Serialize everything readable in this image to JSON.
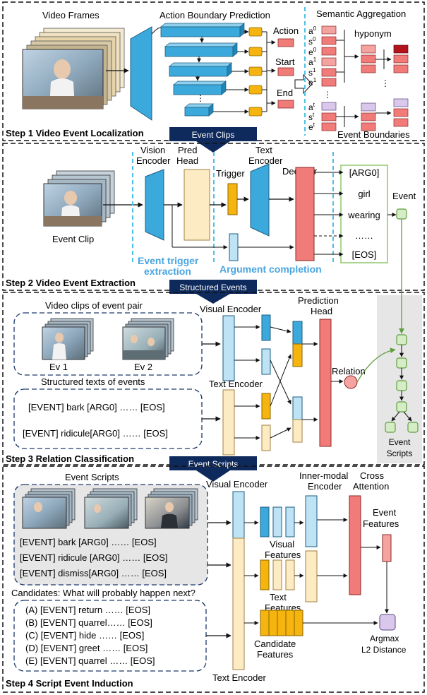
{
  "step1": {
    "title": "Step 1 Video Event Localization",
    "video_frames": "Video Frames",
    "boundary_prediction": "Action Boundary Prediction",
    "semantic_aggregation": "Semantic Aggregation",
    "action": "Action",
    "start": "Start",
    "end": "End",
    "hyponym": "hyponym",
    "event_boundaries": "Event Boundaries",
    "dots": "⋮",
    "a_base": "a",
    "s_base": "s",
    "e_base": "e",
    "sup0": "0",
    "sup1": "1",
    "supt": "t"
  },
  "banners": {
    "event_clips": "Event Clips",
    "structured_events": "Structured Events",
    "event_scripts": "Event Scripts"
  },
  "step2": {
    "title": "Step 2 Video Event Extraction",
    "vision_encoder_1": "Vision",
    "vision_encoder_2": "Encoder",
    "pred_head_1": "Pred",
    "pred_head_2": "Head",
    "trigger": "Trigger",
    "text_encoder_1": "Text",
    "text_encoder_2": "Encoder",
    "decoder": "Decoder",
    "event_clip": "Event Clip",
    "trigger_extraction_1": "Event trigger",
    "trigger_extraction_2": "extraction",
    "argument_completion": "Argument completion",
    "outputs": [
      "[ARG0]",
      "girl",
      "wearing",
      "……",
      "[EOS]"
    ],
    "event": "Event"
  },
  "step3": {
    "title": "Step 3 Relation Classification",
    "video_clips_pair": "Video clips of event pair",
    "ev1": "Ev 1",
    "ev2": "Ev 2",
    "structured_texts": "Structured texts of events",
    "text1": "[EVENT] bark [ARG0] …… [EOS]",
    "text2": "[EVENT] ridicule[ARG0] …… [EOS]",
    "visual_encoder": "Visual Encoder",
    "text_encoder": "Text Encoder",
    "prediction_head_1": "Prediction",
    "prediction_head_2": "Head",
    "relation": "Relation",
    "event_scripts_1": "Event",
    "event_scripts_2": "Scripts"
  },
  "step4": {
    "title": "Step 4 Script Event Induction",
    "event_scripts": "Event Scripts",
    "scripts": [
      "[EVENT] bark       [ARG0] …… [EOS]",
      "[EVENT] ridicule [ARG0] …… [EOS]",
      "[EVENT] dismiss[ARG0] …… [EOS]"
    ],
    "candidates_q": "Candidates: What will probably happen next?",
    "candidates": [
      "(A)  [EVENT] return  …… [EOS]",
      "(B)  [EVENT] quarrel…… [EOS]",
      "(C)  [EVENT] hide      …… [EOS]",
      "(D)  [EVENT] greet     …… [EOS]",
      "(E)  [EVENT] quarrel …… [EOS]"
    ],
    "visual_encoder": "Visual Encoder",
    "inner_modal_1": "Inner-modal",
    "inner_modal_2": "Encoder",
    "cross_attention_1": "Cross",
    "cross_attention_2": "Attention",
    "visual_features_1": "Visual",
    "visual_features_2": "Features",
    "text_features_1": "Text",
    "text_features_2": "Features",
    "candidate_features_1": "Candidate",
    "candidate_features_2": "Features",
    "event_features_1": "Event",
    "event_features_2": "Features",
    "argmax_1": "Argmax",
    "argmax_2": "L2 Distance",
    "text_encoder": "Text Encoder"
  },
  "colors": {
    "blue": "#3ba9dc",
    "light_blue": "#bde3f4",
    "yellow": "#f6b40f",
    "cream": "#fdebc4",
    "red": "#f07b78",
    "pink": "#f4a3a0",
    "green_fill": "#d5ecc6",
    "green_stroke": "#5e9d3e",
    "purple": "#d9c8ec",
    "dark_navy": "#0e2a5c",
    "dashed_cyan": "#4fc0e8",
    "accent_text": "#49a5e0",
    "dark_red": "#b3141b"
  }
}
